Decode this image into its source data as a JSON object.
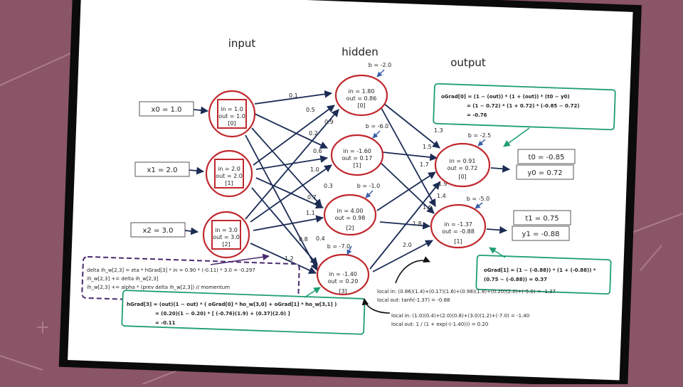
{
  "headers": {
    "input": "input",
    "hidden": "hidden",
    "output": "output"
  },
  "input_boxes": [
    "x0 = 1.0",
    "x1 = 2.0",
    "x2 = 3.0"
  ],
  "input_nodes": [
    {
      "l1": "in = 1.0",
      "l2": "out = 1.0",
      "l3": "[0]"
    },
    {
      "l1": "in = 2.0",
      "l2": "out = 2.0",
      "l3": "[1]"
    },
    {
      "l1": "in = 3.0",
      "l2": "out = 3.0",
      "l3": "[2]"
    }
  ],
  "hidden_nodes": [
    {
      "l1": "in = 1.80",
      "l2": "out = 0.86",
      "l3": "[0]",
      "bias": "b = -2.0"
    },
    {
      "l1": "in = -1.60",
      "l2": "out = 0.17",
      "l3": "[1]",
      "bias": "b = -6.0"
    },
    {
      "l1": "in = 4.00",
      "l2": "out = 0.98",
      "l3": "[2]",
      "bias": "b = -1.0"
    },
    {
      "l1": "in = -1.40",
      "l2": "out = 0.20",
      "l3": "[3]",
      "bias": "b = -7.0"
    }
  ],
  "output_nodes": [
    {
      "l1": "in = 0.91",
      "l2": "out = 0.72",
      "l3": "[0]",
      "bias": "b = -2.5"
    },
    {
      "l1": "in = -1.37",
      "l2": "out = -0.88",
      "l3": "[1]",
      "bias": "b = -5.0"
    }
  ],
  "output_boxes": [
    "t0 = -0.85",
    "y0 = 0.72",
    "t1 = 0.75",
    "y1 = -0.88"
  ],
  "ih_weights": [
    "0.1",
    "0.5",
    "0.9",
    "0.2",
    "0.6",
    "1.0",
    "0.3",
    "0.7",
    "1.1",
    "0.4",
    "0.8",
    "1.2"
  ],
  "ho_weights": [
    "1.3",
    "1.5",
    "1.7",
    "1.9",
    "1.4",
    "1.6",
    "1.8",
    "2.0"
  ],
  "ograd0": [
    "oGrad[0] = (1 − (out)) * (1 + (out)) * (t0 − y0)",
    "= (1 − 0.72) * (1 + 0.72) * (-0.85 − 0.72)",
    "= -0.76"
  ],
  "ograd1": [
    "oGrad[1] = (1 − (-0.88)) * (1 + (-0.88)) *",
    "(0.75 − (-0.88)) = 0.37"
  ],
  "delta": [
    "delta ih_w[2,3] = eta * hGrad[3] * in = 0.90 * (-0.11) * 3.0 = -0.297",
    "ih_w[2,3] += delta ih_w[2,3]",
    "ih_w[2,3] += alpha * (prev delta ih_w[2,3])  // momentum"
  ],
  "hgrad": [
    "hGrad[3] = (out)(1 − out) * ( oGrad[0] * ho_w[3,0] + oGrad[1] * ho_w[3,1] )",
    "= (0.20)(1 − 0.20) * [ (-0.76)(1.9) + (0.37)(2.0) ]",
    "= -0.11"
  ],
  "local_out": [
    "local in: (0.86)(1.4)+(0.17)(1.6)+(0.98)(1.8)+(0.20)(2.0)+(-5.0) = -1.37",
    "local out: tanh(-1.37) = -0.88"
  ],
  "local_hidden": [
    "local in: (1.0)(0.4)+(2.0)(0.8)+(3.0)(1.2)+(-7.0) = -1.40",
    "local out: 1 / (1 + exp(-(-1.40))) = 0.20"
  ],
  "colors": {
    "background": "#8a5566",
    "paper": "#ffffff",
    "node_ring": "#c0282e",
    "arrow": "#1c2c55",
    "bias_arrow": "#3b5fa8",
    "green_box": "#1f9d73",
    "purple_dashed": "#4a2a72"
  }
}
